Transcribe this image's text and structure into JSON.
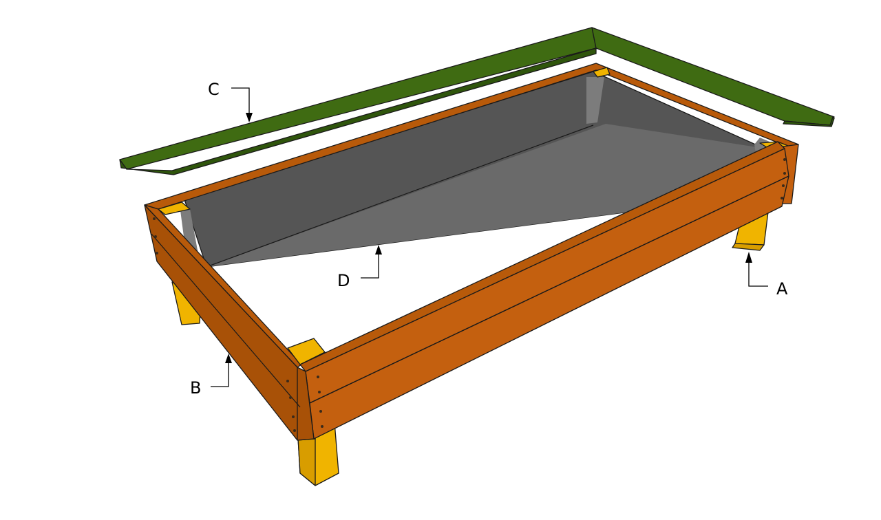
{
  "colors": {
    "trim": "#3f6b12",
    "trim_dark": "#2f550c",
    "board_light": "#c4600f",
    "board_dark": "#a85107",
    "board_top": "#b85a0a",
    "post": "#f0b400",
    "post_dark": "#d89d00",
    "liner": "#6a6a6a",
    "liner_dark": "#555555",
    "liner_light": "#7c7c7c",
    "line": "#1a1a1a"
  },
  "labels": {
    "a": "A",
    "b": "B",
    "c": "C",
    "d": "D"
  }
}
